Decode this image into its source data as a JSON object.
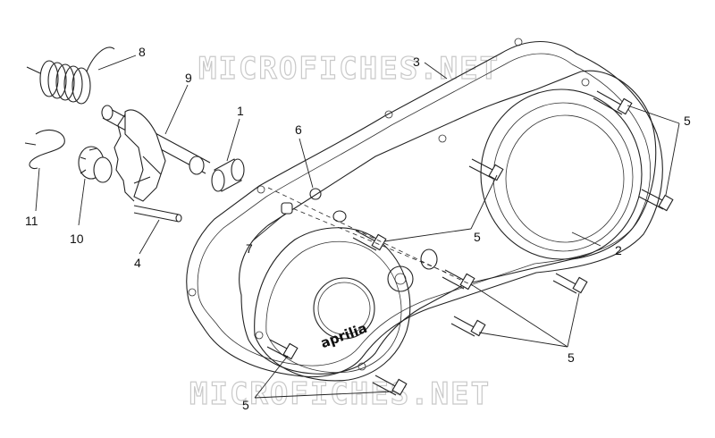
{
  "watermark_top": "MICROFICHES.NET",
  "watermark_bottom": "MICROFICHES.NET",
  "brand_logo_text": "aprilia",
  "callouts": {
    "c1": "1",
    "c2": "2",
    "c3": "3",
    "c4": "4",
    "c5a": "5",
    "c5b": "5",
    "c5c": "5",
    "c5d": "5",
    "c6": "6",
    "c7": "7",
    "c8": "8",
    "c9": "9",
    "c10": "10",
    "c11": "11"
  }
}
